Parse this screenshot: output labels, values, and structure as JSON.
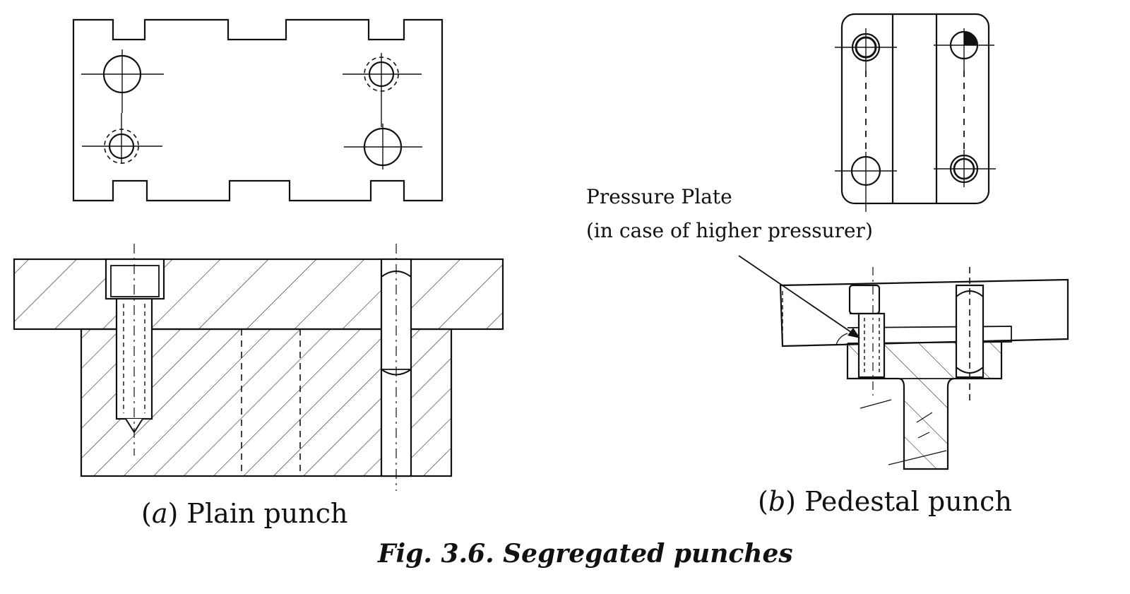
{
  "labels": {
    "caption_a_letter": "a",
    "caption_a_text": "Plain punch",
    "caption_b_letter": "b",
    "caption_b_text": "Pedestal punch",
    "pressure_plate_line1": "Pressure Plate",
    "pressure_plate_line2": "(in case of higher pressurer)",
    "figure_caption": "Fig. 3.6. Segregated punches"
  },
  "colors": {
    "ink": "#111111",
    "background": "#ffffff"
  }
}
